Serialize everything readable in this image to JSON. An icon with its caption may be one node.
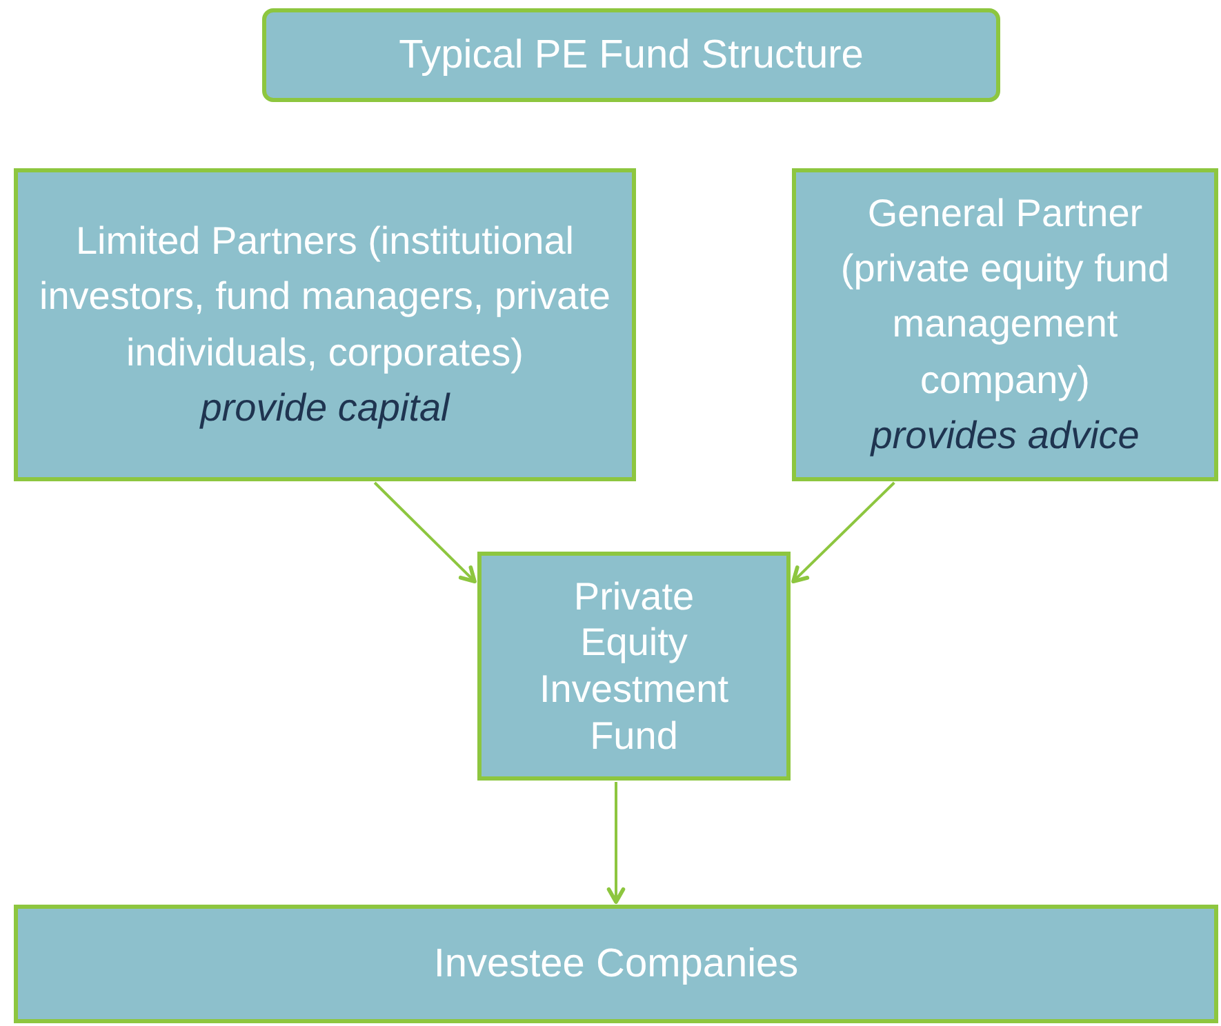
{
  "diagram": {
    "nodes": [
      {
        "text": [
          "Typical PE Fund Structure"
        ]
      },
      {
        "text": [
          "Limited Partners (institutional investors, fund managers, private individuals, corporates)",
          "provide capital"
        ]
      },
      {
        "text": [
          "General Partner (private equity fund management company)",
          "provides advice"
        ]
      },
      {
        "text": [
          "Private Equity Investment Fund"
        ]
      },
      {
        "text": [
          "Investee Companies"
        ]
      }
    ],
    "edges": [
      {
        "from": 1,
        "to": 3,
        "arrow": "to"
      },
      {
        "from": 2,
        "to": 3,
        "arrow": "to"
      },
      {
        "from": 3,
        "to": 4,
        "arrow": "to"
      }
    ]
  }
}
